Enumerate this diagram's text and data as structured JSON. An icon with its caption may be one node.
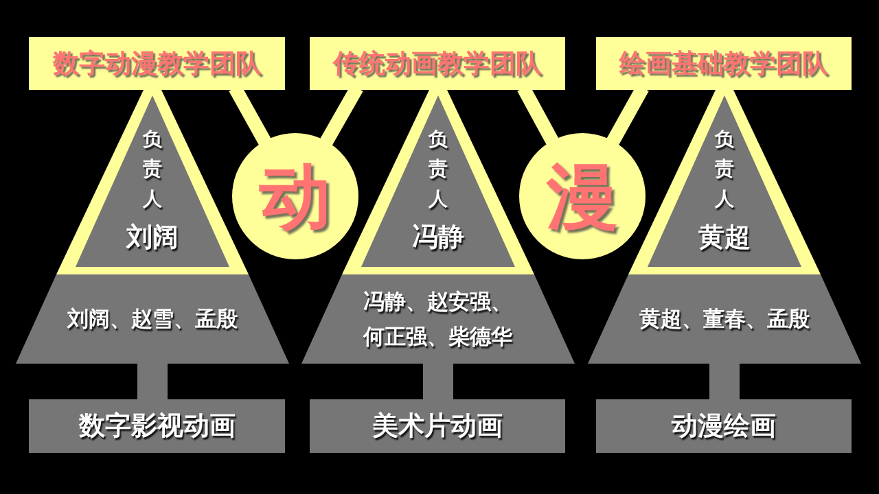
{
  "diagram": {
    "nodes": [
      {
        "text": [
          "数字动漫教学团队"
        ]
      },
      {
        "text": [
          "负责人",
          "刘阔"
        ]
      },
      {
        "text": [
          "刘阔、赵雪、孟殷"
        ]
      },
      {
        "text": [
          "数字影视动画"
        ]
      },
      {
        "text": [
          "传统动画教学团队"
        ]
      },
      {
        "text": [
          "负责人",
          "冯静"
        ]
      },
      {
        "text": [
          "冯静、赵安强、何正强、柴德华"
        ]
      },
      {
        "text": [
          "美术片动画"
        ]
      },
      {
        "text": [
          "绘画基础教学团队"
        ]
      },
      {
        "text": [
          "负责人",
          "黄超"
        ]
      },
      {
        "text": [
          "黄超、董春、孟殷"
        ]
      },
      {
        "text": [
          "动漫绘画"
        ]
      },
      {
        "text": [
          "动"
        ]
      },
      {
        "text": [
          "漫"
        ]
      }
    ],
    "edges": [
      {
        "from": 0,
        "to": 12,
        "arrow": "none"
      },
      {
        "from": 4,
        "to": 12,
        "arrow": "none"
      },
      {
        "from": 4,
        "to": 13,
        "arrow": "none"
      },
      {
        "from": 8,
        "to": 13,
        "arrow": "none"
      },
      {
        "from": 2,
        "to": 3,
        "arrow": "none",
        "style": "thick",
        "color": "#767676"
      },
      {
        "from": 6,
        "to": 7,
        "arrow": "none",
        "style": "thick",
        "color": "#767676"
      },
      {
        "from": 10,
        "to": 11,
        "arrow": "none",
        "style": "thick",
        "color": "#767676"
      }
    ]
  }
}
